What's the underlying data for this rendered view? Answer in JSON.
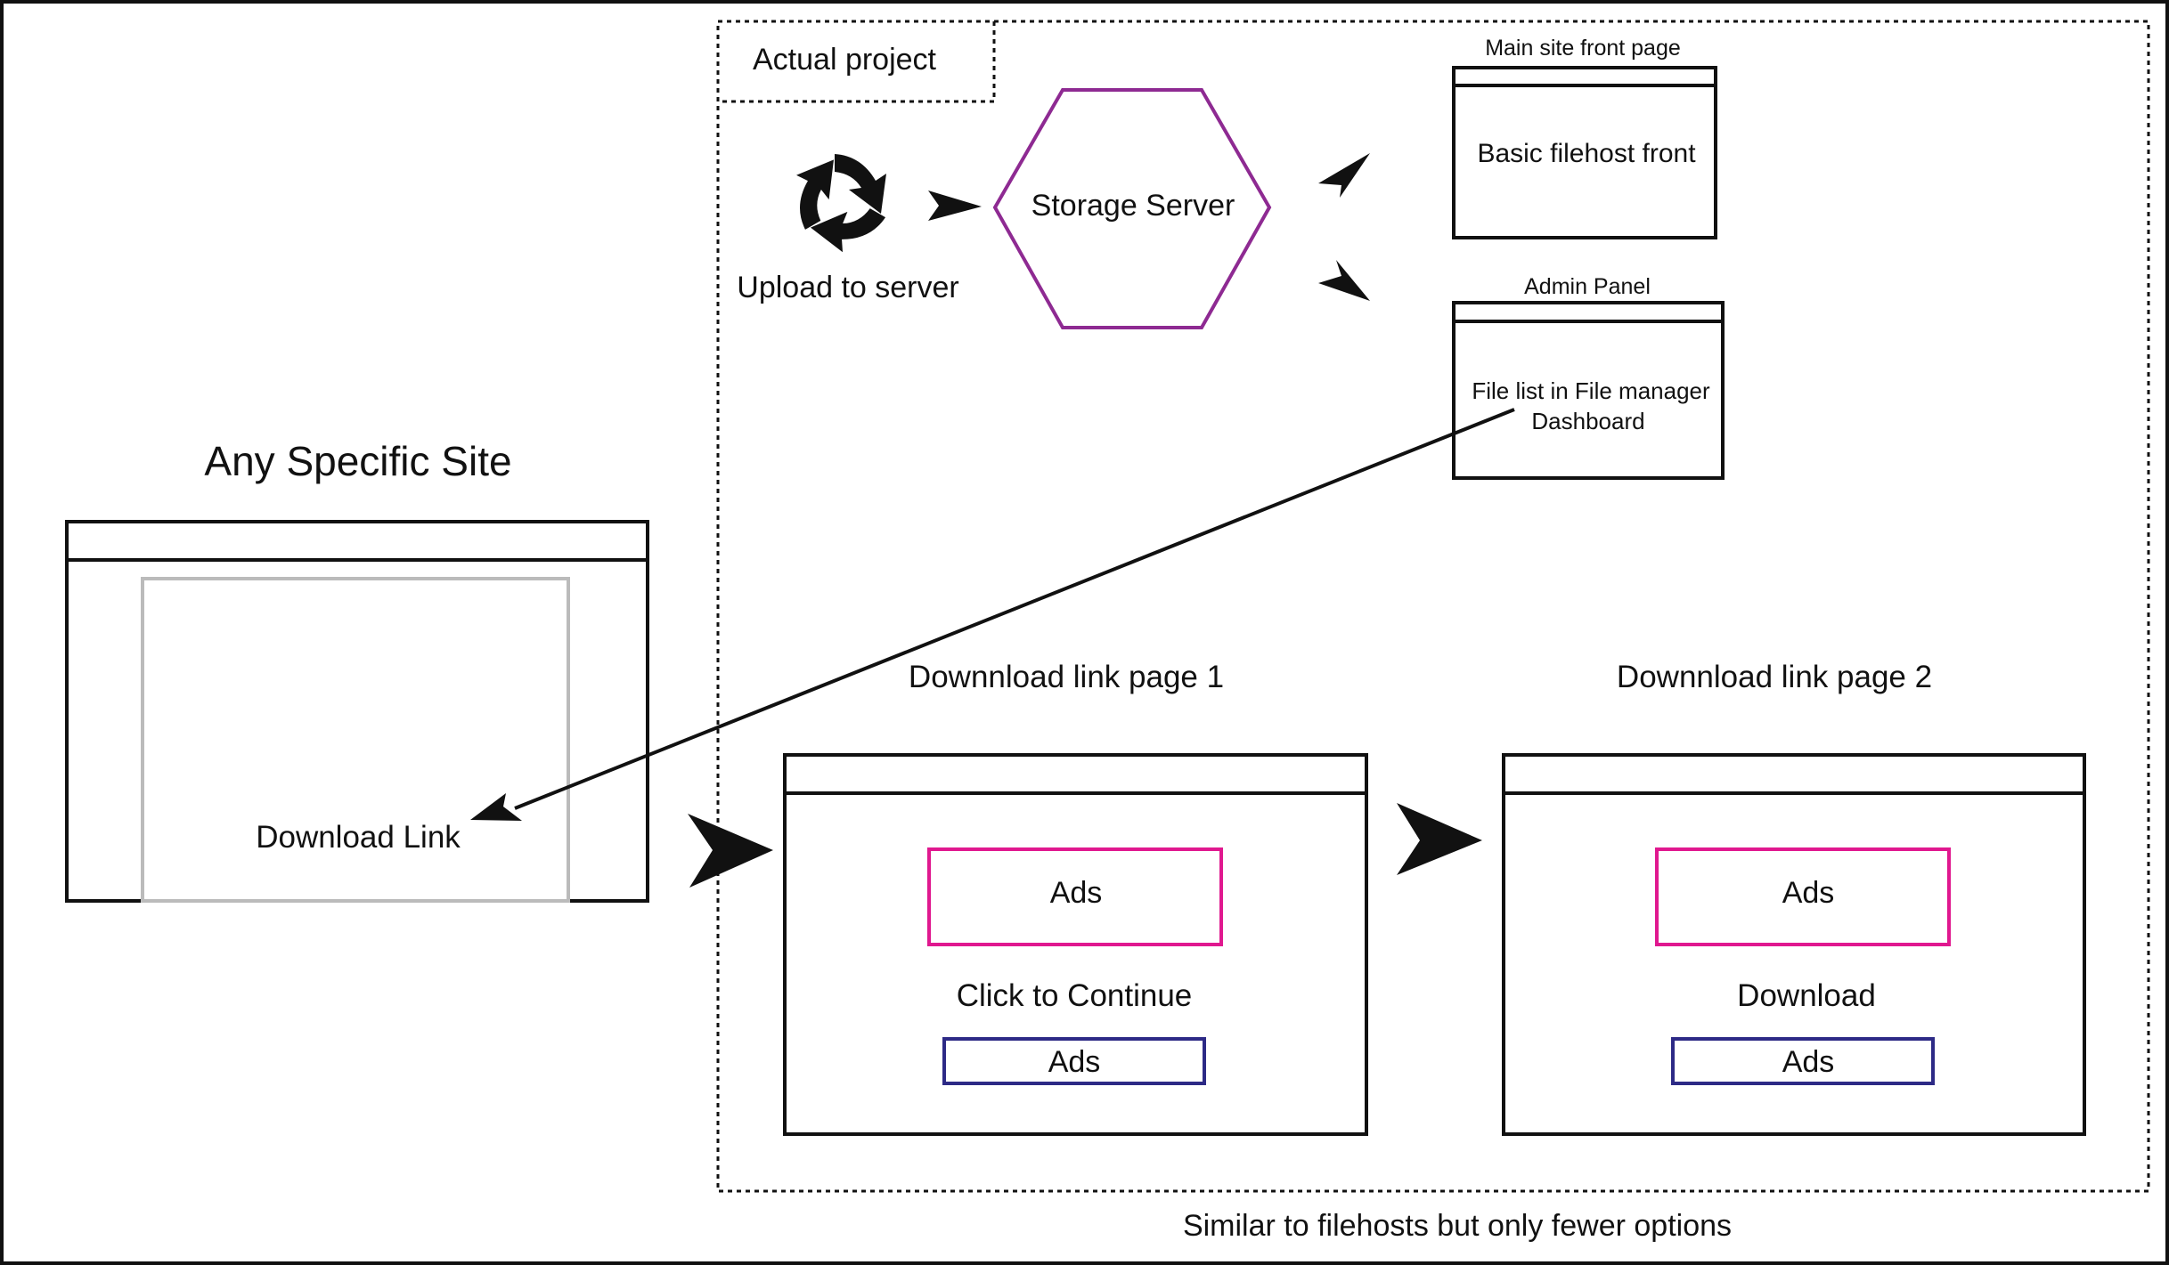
{
  "colors": {
    "stroke": "#111111",
    "hexagon": "#8e2a92",
    "ads_magenta": "#e0188f",
    "ads_navy": "#2d2a86",
    "placeholder_gray": "#bbbbbb"
  },
  "labels": {
    "actual_project": "Actual project",
    "upload_to_server": "Upload to server",
    "storage_server": "Storage Server",
    "main_site_front_page": "Main site front page",
    "basic_filehost_front": "Basic filehost front",
    "admin_panel": "Admin Panel",
    "file_list_line1": "File list in File manager",
    "file_list_line2": "Dashboard",
    "any_specific_site": "Any Specific Site",
    "download_link": "Download Link",
    "download_page_1_title": "Downnload link page 1",
    "download_page_2_title": "Downnload link page 2",
    "page1_ads_top": "Ads",
    "page1_action": "Click to Continue",
    "page1_ads_bottom": "Ads",
    "page2_ads_top": "Ads",
    "page2_action": "Download",
    "page2_ads_bottom": "Ads",
    "footer_note": "Similar to filehosts but only fewer options"
  },
  "icons": {
    "upload": "recycle-arrows-icon"
  }
}
